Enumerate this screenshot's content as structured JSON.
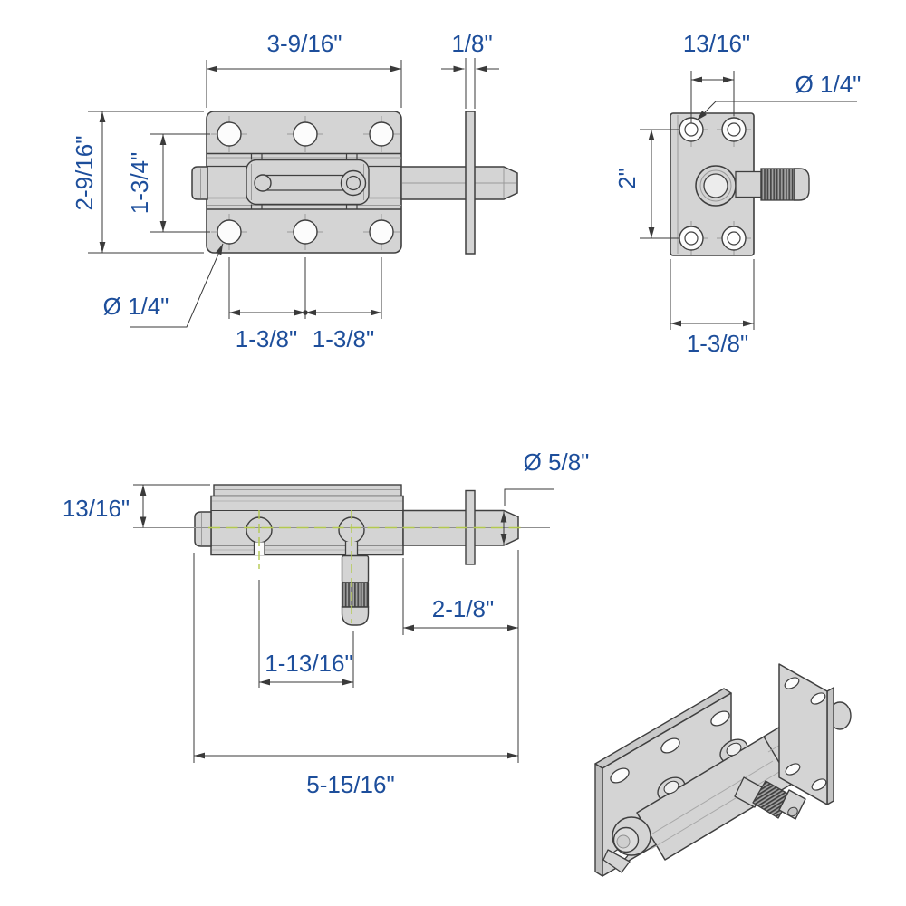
{
  "drawing": {
    "type": "engineering-drawing",
    "part": "slide bolt latch",
    "colors": {
      "part_fill": "#d4d4d4",
      "outline": "#3f3f3f",
      "dimension_lines": "#3a3a3a",
      "label_text": "#1d4e9b",
      "centerline_green": "#b3c94f",
      "hole_fill": "#fcfcfc"
    },
    "front_view": {
      "width": "3-9/16\"",
      "strike_plate_thickness": "1/8\"",
      "height": "2-9/16\"",
      "hole_row_spacing": "1-3/4\"",
      "hole_diameter": "Ø 1/4\"",
      "hole_spacing_left": "1-3/8\"",
      "hole_spacing_right": "1-3/8\""
    },
    "end_view": {
      "hole_spacing_horizontal": "13/16\"",
      "hole_diameter": "Ø 1/4\"",
      "hole_spacing_vertical": "2\"",
      "plate_width": "1-3/8\""
    },
    "top_view": {
      "plate_to_bolt_center": "13/16\"",
      "bolt_diameter": "Ø 5/8\"",
      "bolt_extension": "2-1/8\"",
      "notch_spacing": "1-13/16\"",
      "overall_length": "5-15/16\""
    }
  }
}
